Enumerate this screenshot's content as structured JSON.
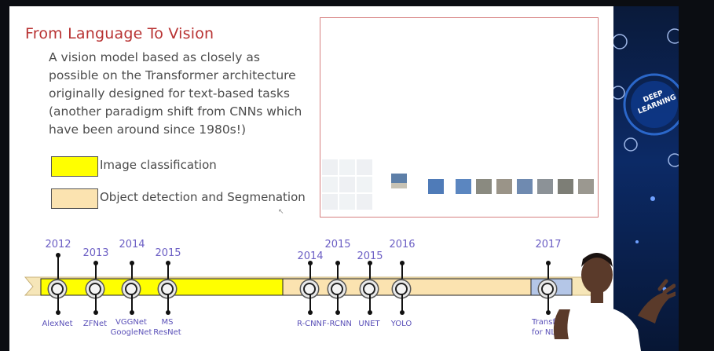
{
  "slide": {
    "title": "From Language To Vision",
    "body_lines": [
      "A vision model based as closely as",
      "possible on the Transformer architecture",
      "originally designed for text-based tasks",
      "(another paradigm shift from CNNs which",
      "have been around since 1980s!)"
    ],
    "legend": [
      {
        "label": "Image classification",
        "color": "#ffff00"
      },
      {
        "label": "Object detection and Segmenation",
        "color": "#fbe3b0"
      }
    ]
  },
  "timeline": {
    "segment_colors": {
      "classification": "#ffff00",
      "detection": "#fbe3b0",
      "transformer": "#b4c6e7"
    },
    "milestones": [
      {
        "year": "2012",
        "model": "AlexNet"
      },
      {
        "year": "2013",
        "model": "ZFNet"
      },
      {
        "year": "2014",
        "model": "VGGNet\nGoogleNet"
      },
      {
        "year": "2015",
        "model": "MS\nResNet"
      },
      {
        "year": "2014",
        "model": "R-CNN"
      },
      {
        "year": "2015",
        "model": "F-RCNN"
      },
      {
        "year": "2015",
        "model": "UNET"
      },
      {
        "year": "2016",
        "model": "YOLO"
      },
      {
        "year": "2017",
        "model": "Transf\nfor NL"
      }
    ]
  },
  "sidebar": {
    "badge_text": "DEEP\nLEARNING"
  },
  "colors": {
    "title": "#b83232",
    "year": "#6b5ec4",
    "model": "#5a50b8"
  }
}
